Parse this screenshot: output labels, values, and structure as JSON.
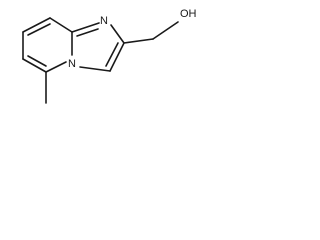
{
  "atoms": {
    "n_imidazole": "N",
    "n_bridge": "N",
    "hydroxyl": "OH"
  }
}
